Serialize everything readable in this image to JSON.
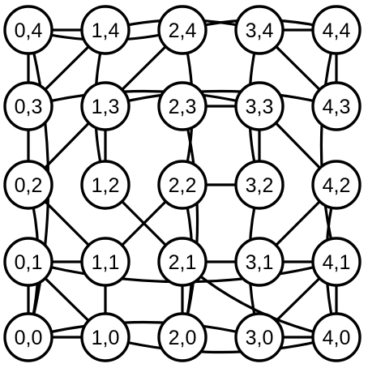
{
  "graph": {
    "nodes": [
      {
        "id": "0,0",
        "label": "0,0",
        "col": 0,
        "row": 0
      },
      {
        "id": "1,0",
        "label": "1,0",
        "col": 1,
        "row": 0
      },
      {
        "id": "2,0",
        "label": "2,0",
        "col": 2,
        "row": 0
      },
      {
        "id": "3,0",
        "label": "3,0",
        "col": 3,
        "row": 0
      },
      {
        "id": "4,0",
        "label": "4,0",
        "col": 4,
        "row": 0
      },
      {
        "id": "0,1",
        "label": "0,1",
        "col": 0,
        "row": 1
      },
      {
        "id": "1,1",
        "label": "1,1",
        "col": 1,
        "row": 1
      },
      {
        "id": "2,1",
        "label": "2,1",
        "col": 2,
        "row": 1
      },
      {
        "id": "3,1",
        "label": "3,1",
        "col": 3,
        "row": 1
      },
      {
        "id": "4,1",
        "label": "4,1",
        "col": 4,
        "row": 1
      },
      {
        "id": "0,2",
        "label": "0,2",
        "col": 0,
        "row": 2
      },
      {
        "id": "1,2",
        "label": "1,2",
        "col": 1,
        "row": 2
      },
      {
        "id": "2,2",
        "label": "2,2",
        "col": 2,
        "row": 2
      },
      {
        "id": "3,2",
        "label": "3,2",
        "col": 3,
        "row": 2
      },
      {
        "id": "4,2",
        "label": "4,2",
        "col": 4,
        "row": 2
      },
      {
        "id": "0,3",
        "label": "0,3",
        "col": 0,
        "row": 3
      },
      {
        "id": "1,3",
        "label": "1,3",
        "col": 1,
        "row": 3
      },
      {
        "id": "2,3",
        "label": "2,3",
        "col": 2,
        "row": 3
      },
      {
        "id": "3,3",
        "label": "3,3",
        "col": 3,
        "row": 3
      },
      {
        "id": "4,3",
        "label": "4,3",
        "col": 4,
        "row": 3
      },
      {
        "id": "0,4",
        "label": "0,4",
        "col": 0,
        "row": 4
      },
      {
        "id": "1,4",
        "label": "1,4",
        "col": 1,
        "row": 4
      },
      {
        "id": "2,4",
        "label": "2,4",
        "col": 2,
        "row": 4
      },
      {
        "id": "3,4",
        "label": "3,4",
        "col": 3,
        "row": 4
      },
      {
        "id": "4,4",
        "label": "4,4",
        "col": 4,
        "row": 4
      }
    ],
    "edges": [
      [
        "0,4",
        "1,4"
      ],
      [
        "0,4",
        "0,3"
      ],
      [
        "0,4",
        "2,4"
      ],
      [
        "0,4",
        "0,0"
      ],
      [
        "1,4",
        "0,3"
      ],
      [
        "1,4",
        "3,4"
      ],
      [
        "1,4",
        "1,2"
      ],
      [
        "2,4",
        "4,4"
      ],
      [
        "2,4",
        "1,3"
      ],
      [
        "2,4",
        "2,2"
      ],
      [
        "3,4",
        "4,4"
      ],
      [
        "3,4",
        "4,3"
      ],
      [
        "3,4",
        "3,2"
      ],
      [
        "4,4",
        "4,3"
      ],
      [
        "4,4",
        "4,1"
      ],
      [
        "0,3",
        "3,3"
      ],
      [
        "0,3",
        "0,2"
      ],
      [
        "1,3",
        "1,2"
      ],
      [
        "1,3",
        "0,2"
      ],
      [
        "1,3",
        "4,3"
      ],
      [
        "2,3",
        "3,3"
      ],
      [
        "2,3",
        "2,0"
      ],
      [
        "3,3",
        "3,2"
      ],
      [
        "3,3",
        "4,2"
      ],
      [
        "0,2",
        "1,1"
      ],
      [
        "0,2",
        "0,0"
      ],
      [
        "1,2",
        "2,1"
      ],
      [
        "2,2",
        "3,2"
      ],
      [
        "2,2",
        "1,1"
      ],
      [
        "2,2",
        "2,0"
      ],
      [
        "3,2",
        "3,0"
      ],
      [
        "4,2",
        "3,1"
      ],
      [
        "4,2",
        "4,0"
      ],
      [
        "0,1",
        "1,1"
      ],
      [
        "0,1",
        "0,0"
      ],
      [
        "0,1",
        "1,0"
      ],
      [
        "0,1",
        "4,1"
      ],
      [
        "1,1",
        "1,0"
      ],
      [
        "2,1",
        "3,1"
      ],
      [
        "2,1",
        "2,0"
      ],
      [
        "2,1",
        "4,0"
      ],
      [
        "3,1",
        "4,1"
      ],
      [
        "4,1",
        "4,0"
      ],
      [
        "4,1",
        "3,0"
      ],
      [
        "0,0",
        "1,0"
      ],
      [
        "0,0",
        "3,0"
      ],
      [
        "1,0",
        "4,0"
      ],
      [
        "3,0",
        "4,0"
      ]
    ]
  }
}
